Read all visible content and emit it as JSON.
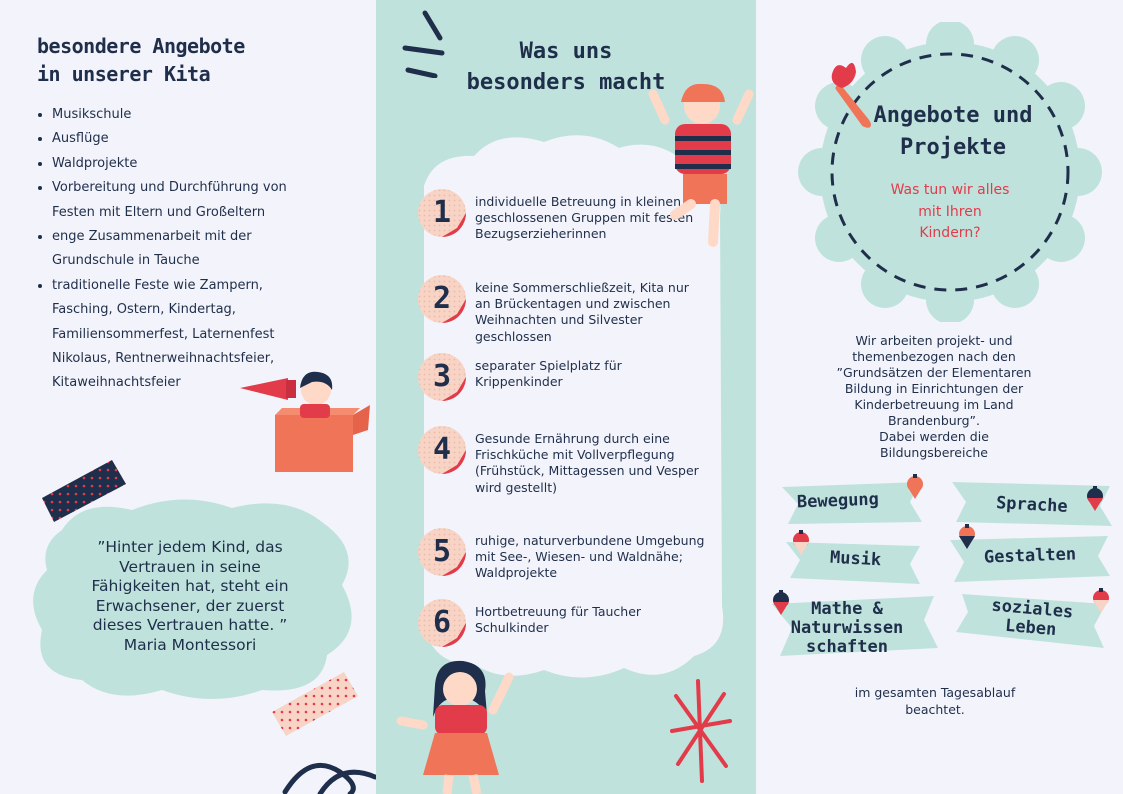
{
  "left": {
    "title_line1": "besondere Angebote",
    "title_line2": "in unserer Kita",
    "offers": [
      "Musikschule",
      "Ausflüge",
      "Waldprojekte",
      "Vorbereitung und Durchführung von Festen mit Eltern und Großeltern",
      "enge Zusammenarbeit mit der Grundschule in Tauche",
      "traditionelle Feste wie Zampern, Fasching, Ostern, Kindertag, Familiensommerfest, Laternenfest Nikolaus, Rentnerweihnachtsfeier, Kitaweihnachtsfeier"
    ],
    "quote_lines": [
      "”Hinter jedem Kind, das",
      "Vertrauen in seine",
      "Fähigkeiten hat, steht ein",
      "Erwachsener, der zuerst",
      "dieses Vertrauen hatte. ”",
      "Maria Montessori"
    ]
  },
  "middle": {
    "title_line1": "Was uns",
    "title_line2": "besonders macht",
    "steps": [
      {
        "num": "1",
        "text": "individuelle Betreuung in kleinen, geschlossenen Gruppen mit festen Bezugserzieherinnen"
      },
      {
        "num": "2",
        "text": "keine Sommerschließzeit, Kita nur an Brückentagen und zwischen Weihnachten und Silvester geschlossen"
      },
      {
        "num": "3",
        "text": "separater Spielplatz für Krippenkinder"
      },
      {
        "num": "4",
        "text": "Gesunde Ernährung durch eine Frischküche mit Vollverpflegung (Frühstück, Mittagessen und Vesper wird gestellt)"
      },
      {
        "num": "5",
        "text": "ruhige, naturverbundene Umgebung mit See-, Wiesen- und Waldnähe; Waldprojekte"
      },
      {
        "num": "6",
        "text": "Hortbetreuung für Taucher Schulkinder"
      }
    ]
  },
  "right": {
    "ring_title_line1": "Angebote und",
    "ring_title_line2": "Projekte",
    "ring_sub_line1": "Was tun wir alles",
    "ring_sub_line2": "mit Ihren",
    "ring_sub_line3": "Kindern?",
    "paragraph_lines": [
      "Wir arbeiten projekt- und",
      "themenbezogen nach den",
      "”Grundsätzen der Elementaren",
      "Bildung in Einrichtungen der",
      "Kinderbetreuung im Land",
      "Brandenburg”.",
      "Dabei werden die",
      "Bildungsbereiche"
    ],
    "areas": {
      "bewegung": "Bewegung",
      "sprache": "Sprache",
      "musik": "Musik",
      "gestalten": "Gestalten",
      "mathe_line1": "Mathe &",
      "mathe_line2": "Naturwissen",
      "mathe_line3": "schaften",
      "sozial_line1": "soziales",
      "sozial_line2": "Leben"
    },
    "footer_line1": "im gesamten Tagesablauf",
    "footer_line2": "beachtet."
  },
  "colors": {
    "navy": "#1f2e4a",
    "mint": "#bfe3dc",
    "red": "#e23b4a",
    "peach": "#f7d4c6",
    "background": "#f3f4fb"
  }
}
